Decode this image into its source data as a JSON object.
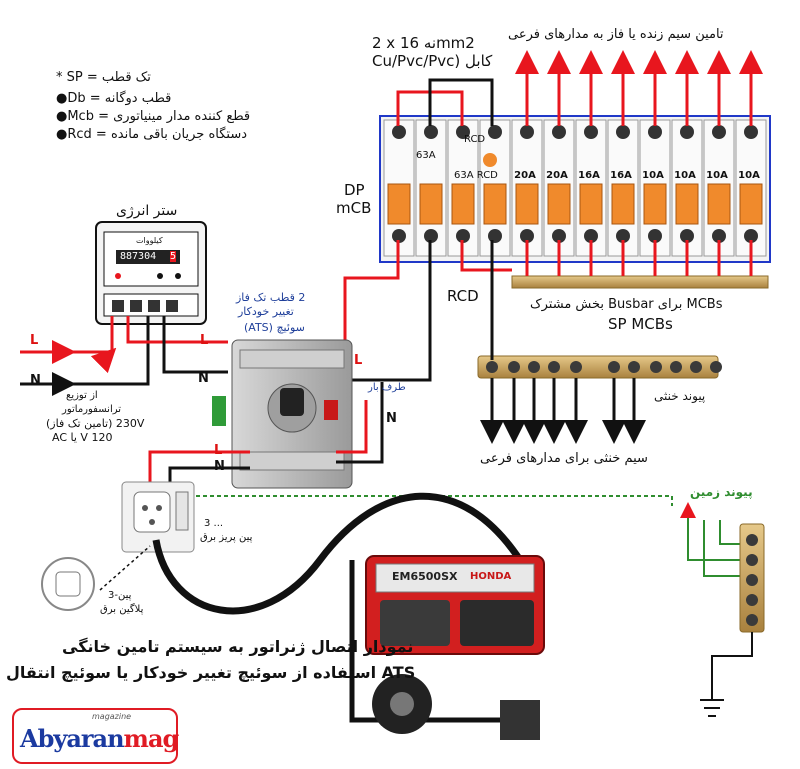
{
  "legend": {
    "sp": "تک قطب = SP *",
    "db": "قطب دوگانه = Db●",
    "mcb": "قطع کننده مدار مینیاتوری = Mcb●",
    "rcd": "دستگاه جریان باقی مانده = Rcd●"
  },
  "meter": {
    "title": "ستر انرژی",
    "brand": "کیلووات",
    "digits": "887304",
    "last_digit": "5"
  },
  "cable": {
    "line1": "2 x نه 16mm2",
    "line2": "Cu/Pvc/Pvc) کابل"
  },
  "top_title": "تامین سیم زنده یا فاز به مدارهای فرعی",
  "dp_label": "DP",
  "dp_label2": "mCB",
  "rcd_top": "RCD",
  "rcd_bottom": "RCD",
  "panel": {
    "main_rating": "63A",
    "rcd_rating": "63A RCD",
    "mcb_ratings": [
      "20A",
      "20A",
      "16A",
      "16A",
      "10A",
      "10A",
      "10A",
      "10A"
    ]
  },
  "busbar_label": "MCBs برای Busbar بخش مشترک",
  "sp_mcbs": "SP MCBs",
  "ats": {
    "title1": "2 قطب تک فاز",
    "title2": "تغییر خودکار",
    "title3": "سوئیچ (ATS)"
  },
  "wires": {
    "L": "L",
    "N": "N"
  },
  "transformer": {
    "l1": "از توزیع",
    "l2": "ترانسفورماتور",
    "l3": "230V (تامین تک فاز)",
    "l4": "120 V یا AC"
  },
  "load_side": "طرف بار",
  "neutral_link": "پیوند خنثی",
  "neutral_wire": "سیم خنثی برای مدارهای فرعی",
  "socket": {
    "l1": "3 ...",
    "l2": "پین پریز برق"
  },
  "plug": {
    "l1": "پین-3",
    "l2": "پلاگین برق"
  },
  "earth_link": "پیوند زمین",
  "caption": {
    "line1": "نمودار اتصال ژنراتور به سیستم تامین خانگی",
    "line2": "ATS استفاده از سوئیچ تغییر خودکار یا سوئیچ انتقال"
  },
  "generator": {
    "model": "EM6500SX",
    "brand": "HONDA"
  },
  "logo": {
    "main": "Abyaran",
    "accent": "mag",
    "small": "magazine"
  },
  "colors": {
    "live": "#e8161e",
    "neutral": "#111111",
    "earth": "#2f8d2f",
    "brass": "#c9a25a",
    "mcb_orange": "#f08a2c",
    "panel_border": "#2038c8"
  }
}
